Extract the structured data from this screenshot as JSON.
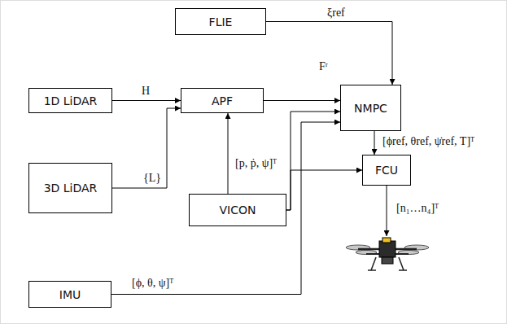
{
  "diagram": {
    "nodes": [
      {
        "text": [
          "FLIE"
        ]
      },
      {
        "text": [
          "1D LiDAR"
        ]
      },
      {
        "text": [
          "APF"
        ]
      },
      {
        "text": [
          "NMPC"
        ]
      },
      {
        "text": [
          "3D LiDAR"
        ]
      },
      {
        "text": [
          "VICON"
        ]
      },
      {
        "text": [
          "FCU"
        ]
      },
      {
        "text": [
          "IMU"
        ]
      }
    ],
    "edges": [
      {
        "from": 1,
        "to": 2,
        "label": "H",
        "arrow": "to"
      },
      {
        "from": 4,
        "to": 2,
        "label": "{L}",
        "arrow": "to"
      },
      {
        "from": 5,
        "to": 2,
        "label": "[p, ṗ, ψ]ᵀ",
        "arrow": "to"
      },
      {
        "from": 2,
        "to": 3,
        "label": "Fʳ",
        "arrow": "to"
      },
      {
        "from": 0,
        "to": 3,
        "label": "ξref",
        "arrow": "to"
      },
      {
        "from": 5,
        "to": 3,
        "arrow": "to"
      },
      {
        "from": 5,
        "to": 6,
        "arrow": "to"
      },
      {
        "from": 7,
        "to": 3,
        "label": "[ϕ, θ, ψ]ᵀ",
        "arrow": "to"
      },
      {
        "from": 3,
        "to": 6,
        "label": "[ϕref, θref, ψ̇ref, T]ᵀ",
        "arrow": "to"
      }
    ],
    "labels": [
      "[n₁…n₄]ᵀ"
    ]
  }
}
